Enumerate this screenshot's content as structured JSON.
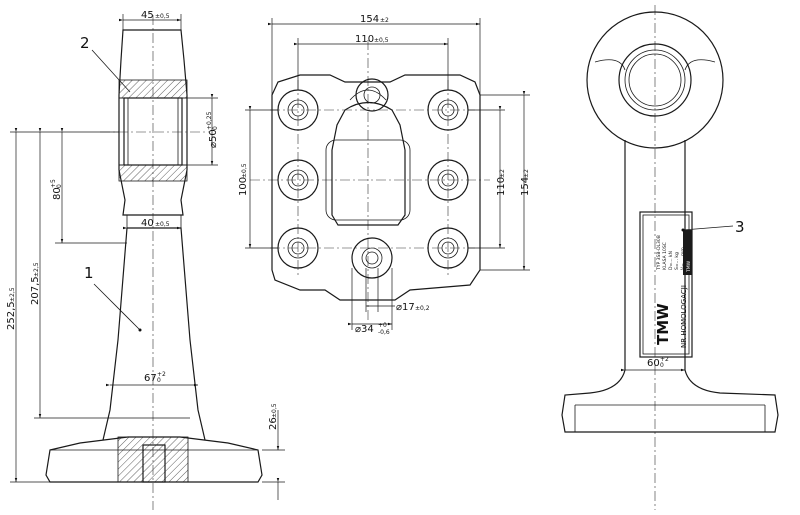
{
  "callouts": [
    "2",
    "1",
    "3"
  ],
  "dimensions": {
    "flange_width": {
      "value": "45",
      "tol": "±0,5"
    },
    "bore_diameter": {
      "value": "⌀50",
      "tol_upper": "+0,25",
      "tol_lower": "0"
    },
    "shaft_width": {
      "value": "40",
      "tol": "±0,5"
    },
    "height_80": {
      "value": "80",
      "tol_upper": "+5",
      "tol_lower": "0"
    },
    "height_207": {
      "value": "207,5",
      "tol": "±2,5"
    },
    "height_252": {
      "value": "252,5",
      "tol": "±2,5"
    },
    "base_neck": {
      "value": "67",
      "tol_upper": "+2",
      "tol_lower": "0"
    },
    "base_height": {
      "value": "26",
      "tol": "±0,5"
    },
    "plate_width": {
      "value": "154",
      "tol": "±2"
    },
    "hole_spacing_h": {
      "value": "110",
      "tol": "±0,5"
    },
    "hole_spacing_v_left": {
      "value": "100",
      "tol": "±0,5"
    },
    "hole_spacing_v_right": {
      "value": "110",
      "tol": "±2"
    },
    "plate_height": {
      "value": "154",
      "tol": "±2"
    },
    "hole_diameter": {
      "value": "⌀17",
      "tol": "±0,2"
    },
    "boss_diameter": {
      "value": "⌀34",
      "tol_upper": "+0",
      "tol_lower": "-0,6"
    },
    "side_neck": {
      "value": "60",
      "tol_upper": "+2",
      "tol_lower": "0"
    }
  },
  "nameplate": {
    "brand": "TMW",
    "homologation": "NR HOMOLOGACJI",
    "lines": [
      "TYP 3SB-DL30B",
      "KLASA 10SC",
      "D=... kN",
      "S=... kg",
      "V= ... mm"
    ],
    "logo_text": "TMW"
  }
}
